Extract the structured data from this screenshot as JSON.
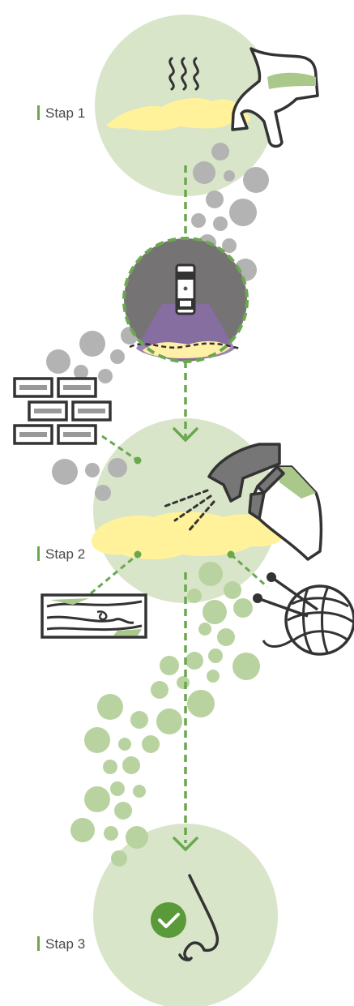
{
  "steps": [
    {
      "label": "Stap 1"
    },
    {
      "label": "Stap 2"
    },
    {
      "label": "Stap 3"
    }
  ],
  "colors": {
    "circle_fill": "#d9e5c8",
    "dashed_line": "#6aa84f",
    "grey_bubble": "#b3b3b3",
    "green_bubble": "#b9d3a0",
    "puddle": "#fff29a",
    "outline": "#333333",
    "dark_circle": "#757373",
    "check": "#5a9a3a"
  },
  "icons": [
    "steam-icon",
    "dog-icon",
    "puddle-icon",
    "uv-flashlight-icon",
    "brick-wall-icon",
    "spray-bottle-icon",
    "wood-floor-icon",
    "yarn-ball-icon",
    "nose-icon",
    "check-icon"
  ]
}
